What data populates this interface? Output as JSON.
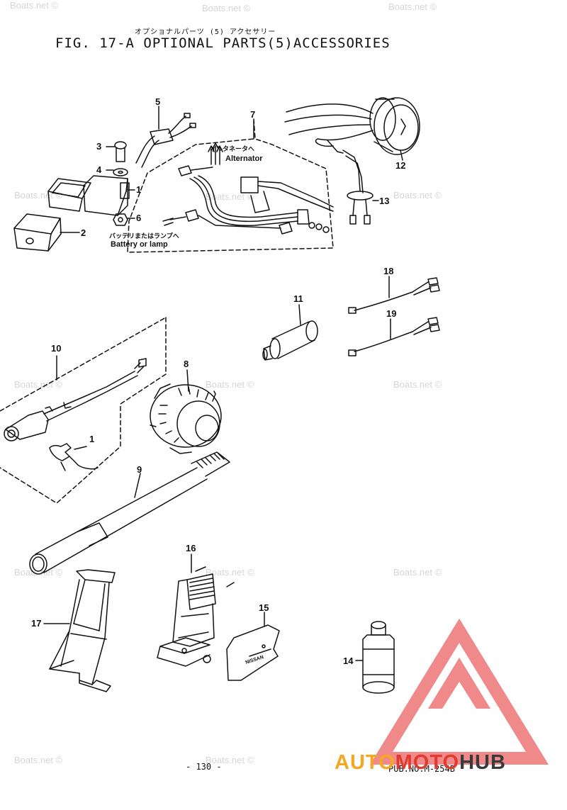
{
  "header": {
    "japanese_title": "オプショナルパーツ (5) アクセサリー",
    "title": "FIG. 17-A OPTIONAL PARTS(5)ACCESSORIES"
  },
  "callouts": [
    "1",
    "2",
    "3",
    "4",
    "5",
    "6",
    "7",
    "8",
    "9",
    "10",
    "11",
    "12",
    "13",
    "14",
    "15",
    "16",
    "17",
    "18",
    "19",
    "1"
  ],
  "annotations": {
    "alternator_jp": "オルタネータへ",
    "alternator": "Alternator",
    "battery_jp": "バッテリまたはランプへ",
    "battery": "Battery or lamp"
  },
  "label_plate_text": "NISSAN",
  "watermark": "Boats.net ©",
  "footer": {
    "page_number": "- 130 -",
    "pub_no": "PUB.NO.M-254B"
  },
  "logo": {
    "text_auto": "AUTO",
    "text_moto": "MOTO",
    "text_hub": "HUB",
    "colors": {
      "triangle": "#f08a8a",
      "auto": "#f5a623",
      "moto": "#e23a2f",
      "hub": "#3a3a3a"
    }
  }
}
